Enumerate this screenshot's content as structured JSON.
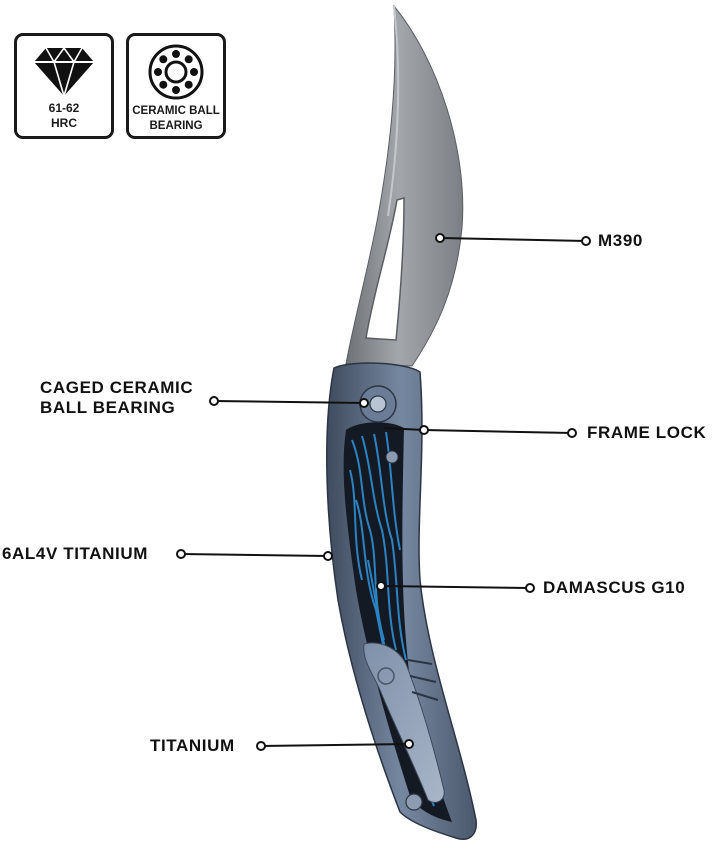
{
  "badges": {
    "hardness": {
      "icon": "diamond-icon",
      "line1": "61-62",
      "line2": "HRC"
    },
    "bearing": {
      "icon": "ball-bearing-icon",
      "line1": "CERAMIC BALL",
      "line2": "BEARING"
    }
  },
  "callouts": {
    "blade_steel": "M390",
    "pivot_line1": "CAGED CERAMIC",
    "pivot_line2": "BALL BEARING",
    "lock": "FRAME LOCK",
    "frame": "6AL4V TITANIUM",
    "inlay": "DAMASCUS G10",
    "clip": "TITANIUM"
  },
  "colors": {
    "blade": "#8a8d92",
    "handle": "#5f6f86",
    "inlay_dark": "#141a24",
    "inlay_accent": "#2f8fd4",
    "leader": "#111111"
  }
}
